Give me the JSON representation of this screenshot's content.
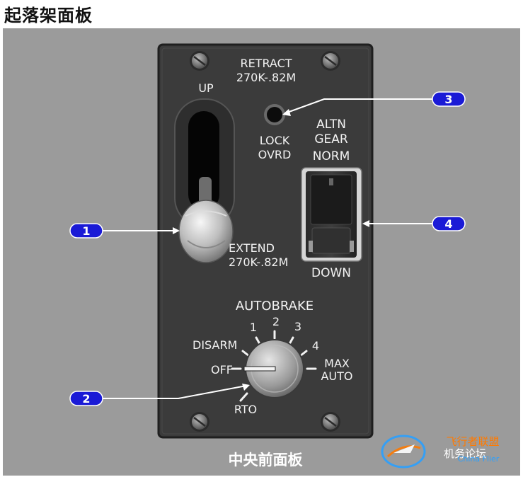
{
  "title": "起落架面板",
  "footer": "中央前面板",
  "retract": {
    "line1": "RETRACT",
    "line2": "270K-.82M"
  },
  "lever": {
    "up": "UP",
    "extend_line1": "EXTEND",
    "extend_line2": "270K-.82M"
  },
  "lock_ovrd": {
    "line1": "LOCK",
    "line2": "OVRD"
  },
  "altn_gear": {
    "line1": "ALTN",
    "line2": "GEAR",
    "norm": "NORM",
    "down": "DOWN"
  },
  "autobrake": {
    "title": "AUTOBRAKE",
    "positions": {
      "rto": "RTO",
      "off": "OFF",
      "disarm": "DISARM",
      "one": "1",
      "two": "2",
      "three": "3",
      "four": "4",
      "max_line1": "MAX",
      "max_line2": "AUTO"
    },
    "selected": "OFF"
  },
  "callouts": [
    "1",
    "2",
    "3",
    "4"
  ],
  "watermark": {
    "brand": "机务论坛",
    "subtitle": "飞行者联盟",
    "english": "China Flier"
  },
  "colors": {
    "panel": "#3b3b3b",
    "backdrop": "#9b9b9b",
    "callout": "#1a1ad6",
    "label": "#f2f2f2"
  }
}
